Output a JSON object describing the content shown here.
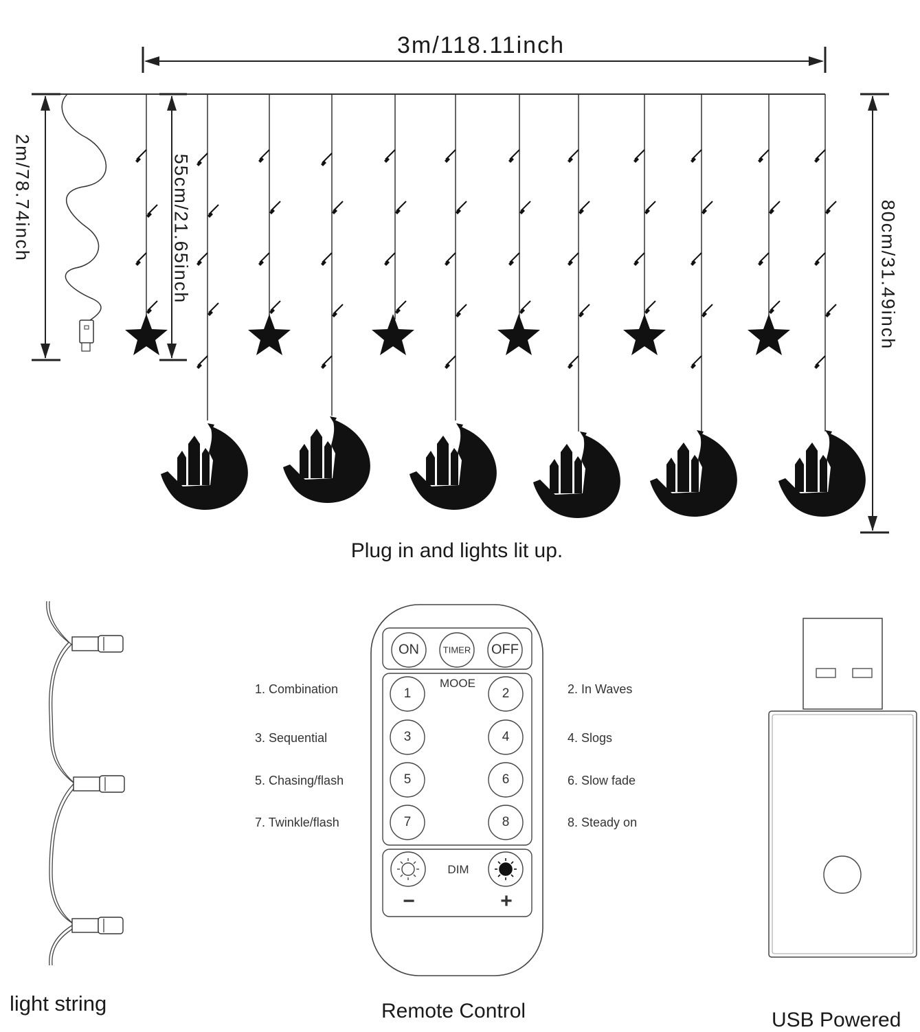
{
  "dimensions": {
    "width": "3m/118.11inch",
    "total_height": "2m/78.74inch",
    "star_drop": "55cm/21.65inch",
    "moon_drop": "80cm/31.49inch"
  },
  "plug_caption": "Plug in and lights lit up.",
  "remote": {
    "on_label": "ON",
    "timer_label": "TIMER",
    "off_label": "OFF",
    "mode_header": "MOOE",
    "buttons": [
      "1",
      "2",
      "3",
      "4",
      "5",
      "6",
      "7",
      "8"
    ],
    "dim_label": "DIM",
    "dim_minus": "−",
    "dim_plus": "+"
  },
  "modes": [
    "1.  Combination",
    "2.  In Waves",
    "3.  Sequential",
    "4.  Slogs",
    "5.  Chasing/flash",
    "6.  Slow fade",
    "7.  Twinkle/flash",
    "8.  Steady on"
  ],
  "labels": {
    "light_string": "light string",
    "remote_control": "Remote Control",
    "usb_powered": "USB Powered"
  },
  "icons": {
    "star": "star-icon",
    "moon": "crescent-moon-icon",
    "usb": "usb-plug-icon",
    "sun_dim": "sun-outline-icon",
    "sun_bright": "sun-filled-icon"
  }
}
